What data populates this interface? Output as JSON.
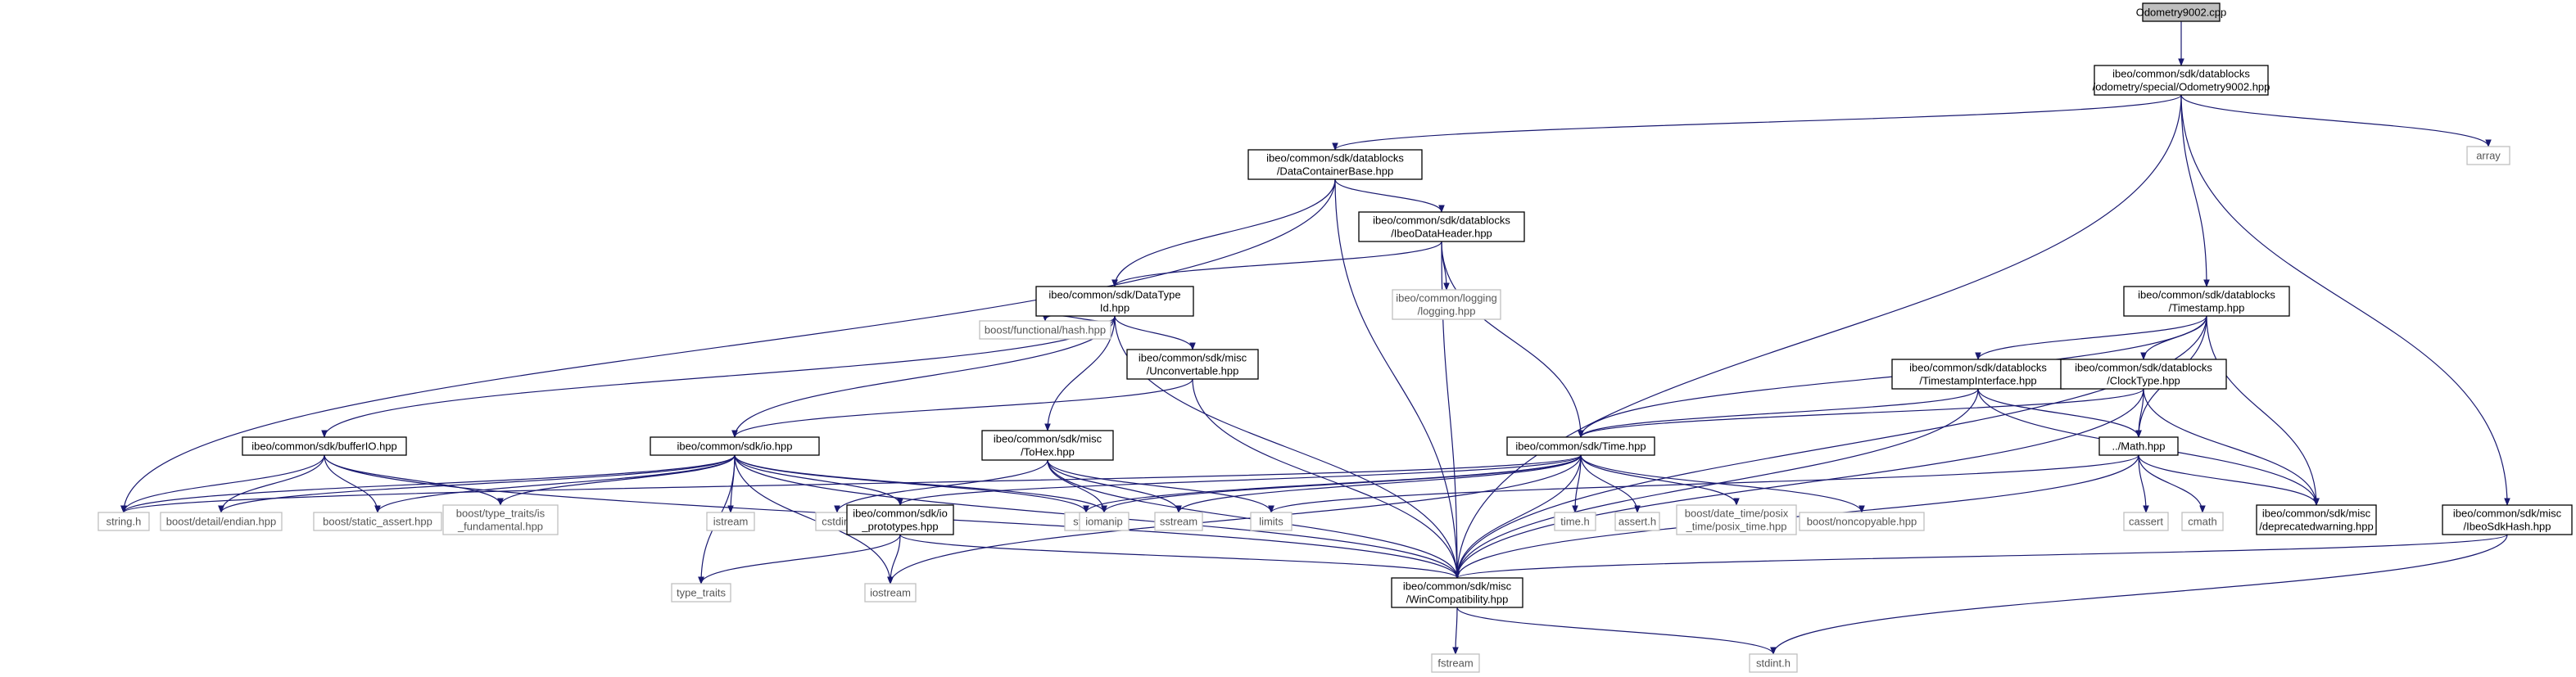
{
  "graph": {
    "colors": {
      "edge": "#191970",
      "main_border": "#000000",
      "ext_border": "#bfbfbf",
      "root_fill": "#bfbfbf",
      "node_fill": "#ffffff"
    },
    "nodes": [
      {
        "id": "root",
        "lines": [
          "Odometry9002.cpp"
        ],
        "kind": "root"
      },
      {
        "id": "odo_hpp",
        "lines": [
          "ibeo/common/sdk/datablocks",
          "/odometry/special/Odometry9002.hpp"
        ],
        "kind": "main"
      },
      {
        "id": "array",
        "lines": [
          "array"
        ],
        "kind": "ext"
      },
      {
        "id": "dcb",
        "lines": [
          "ibeo/common/sdk/datablocks",
          "/DataContainerBase.hpp"
        ],
        "kind": "main"
      },
      {
        "id": "idh",
        "lines": [
          "ibeo/common/sdk/datablocks",
          "/IbeoDataHeader.hpp"
        ],
        "kind": "main"
      },
      {
        "id": "logging",
        "lines": [
          "ibeo/common/logging",
          "/logging.hpp"
        ],
        "kind": "ext"
      },
      {
        "id": "dti",
        "lines": [
          "ibeo/common/sdk/DataType",
          "Id.hpp"
        ],
        "kind": "main"
      },
      {
        "id": "bfh",
        "lines": [
          "boost/functional/hash.hpp"
        ],
        "kind": "ext"
      },
      {
        "id": "unconv",
        "lines": [
          "ibeo/common/sdk/misc",
          "/Unconvertable.hpp"
        ],
        "kind": "main"
      },
      {
        "id": "ts",
        "lines": [
          "ibeo/common/sdk/datablocks",
          "/Timestamp.hpp"
        ],
        "kind": "main"
      },
      {
        "id": "tsi",
        "lines": [
          "ibeo/common/sdk/datablocks",
          "/TimestampInterface.hpp"
        ],
        "kind": "main"
      },
      {
        "id": "clk",
        "lines": [
          "ibeo/common/sdk/datablocks",
          "/ClockType.hpp"
        ],
        "kind": "main"
      },
      {
        "id": "bufio",
        "lines": [
          "ibeo/common/sdk/bufferIO.hpp"
        ],
        "kind": "main"
      },
      {
        "id": "io",
        "lines": [
          "ibeo/common/sdk/io.hpp"
        ],
        "kind": "main"
      },
      {
        "id": "tohex",
        "lines": [
          "ibeo/common/sdk/misc",
          "/ToHex.hpp"
        ],
        "kind": "main"
      },
      {
        "id": "time",
        "lines": [
          "ibeo/common/sdk/Time.hpp"
        ],
        "kind": "main"
      },
      {
        "id": "math",
        "lines": [
          "../Math.hpp"
        ],
        "kind": "main"
      },
      {
        "id": "stringh",
        "lines": [
          "string.h"
        ],
        "kind": "ext"
      },
      {
        "id": "endian",
        "lines": [
          "boost/detail/endian.hpp"
        ],
        "kind": "ext"
      },
      {
        "id": "sassert",
        "lines": [
          "boost/static_assert.hpp"
        ],
        "kind": "ext"
      },
      {
        "id": "tfund",
        "lines": [
          "boost/type_traits/is",
          "_fundamental.hpp"
        ],
        "kind": "ext"
      },
      {
        "id": "istream",
        "lines": [
          "istream"
        ],
        "kind": "ext"
      },
      {
        "id": "cstdint",
        "lines": [
          "cstdint"
        ],
        "kind": "ext"
      },
      {
        "id": "iop",
        "lines": [
          "ibeo/common/sdk/io",
          "_prototypes.hpp"
        ],
        "kind": "main"
      },
      {
        "id": "string",
        "lines": [
          "string"
        ],
        "kind": "ext"
      },
      {
        "id": "iomanip",
        "lines": [
          "iomanip"
        ],
        "kind": "ext"
      },
      {
        "id": "sstream",
        "lines": [
          "sstream"
        ],
        "kind": "ext"
      },
      {
        "id": "limits",
        "lines": [
          "limits"
        ],
        "kind": "ext"
      },
      {
        "id": "timeh",
        "lines": [
          "time.h"
        ],
        "kind": "ext"
      },
      {
        "id": "asserth",
        "lines": [
          "assert.h"
        ],
        "kind": "ext"
      },
      {
        "id": "posix",
        "lines": [
          "boost/date_time/posix",
          "_time/posix_time.hpp"
        ],
        "kind": "ext"
      },
      {
        "id": "noncopy",
        "lines": [
          "boost/noncopyable.hpp"
        ],
        "kind": "ext"
      },
      {
        "id": "cassert",
        "lines": [
          "cassert"
        ],
        "kind": "ext"
      },
      {
        "id": "cmath",
        "lines": [
          "cmath"
        ],
        "kind": "ext"
      },
      {
        "id": "depr",
        "lines": [
          "ibeo/common/sdk/misc",
          "/deprecatedwarning.hpp"
        ],
        "kind": "main"
      },
      {
        "id": "hash",
        "lines": [
          "ibeo/common/sdk/misc",
          "/IbeoSdkHash.hpp"
        ],
        "kind": "main"
      },
      {
        "id": "typetraits",
        "lines": [
          "type_traits"
        ],
        "kind": "ext"
      },
      {
        "id": "iostream",
        "lines": [
          "iostream"
        ],
        "kind": "ext"
      },
      {
        "id": "wincompat",
        "lines": [
          "ibeo/common/sdk/misc",
          "/WinCompatibility.hpp"
        ],
        "kind": "main"
      },
      {
        "id": "fstream",
        "lines": [
          "fstream"
        ],
        "kind": "ext"
      },
      {
        "id": "stdinth",
        "lines": [
          "stdint.h"
        ],
        "kind": "ext"
      }
    ],
    "edges": [
      [
        "root",
        "odo_hpp"
      ],
      [
        "odo_hpp",
        "dcb"
      ],
      [
        "odo_hpp",
        "ts"
      ],
      [
        "odo_hpp",
        "array"
      ],
      [
        "odo_hpp",
        "hash"
      ],
      [
        "odo_hpp",
        "wincompat"
      ],
      [
        "dcb",
        "idh"
      ],
      [
        "dcb",
        "dti"
      ],
      [
        "dcb",
        "stringh"
      ],
      [
        "dcb",
        "wincompat"
      ],
      [
        "idh",
        "dti"
      ],
      [
        "idh",
        "logging"
      ],
      [
        "idh",
        "time"
      ],
      [
        "idh",
        "wincompat"
      ],
      [
        "dti",
        "bfh"
      ],
      [
        "dti",
        "unconv"
      ],
      [
        "dti",
        "bufio"
      ],
      [
        "dti",
        "io"
      ],
      [
        "dti",
        "tohex"
      ],
      [
        "dti",
        "wincompat"
      ],
      [
        "unconv",
        "io"
      ],
      [
        "unconv",
        "wincompat"
      ],
      [
        "ts",
        "time"
      ],
      [
        "ts",
        "tsi"
      ],
      [
        "ts",
        "clk"
      ],
      [
        "ts",
        "math"
      ],
      [
        "ts",
        "depr"
      ],
      [
        "ts",
        "wincompat"
      ],
      [
        "tsi",
        "time"
      ],
      [
        "tsi",
        "math"
      ],
      [
        "tsi",
        "depr"
      ],
      [
        "tsi",
        "wincompat"
      ],
      [
        "clk",
        "time"
      ],
      [
        "clk",
        "math"
      ],
      [
        "clk",
        "depr"
      ],
      [
        "clk",
        "wincompat"
      ],
      [
        "bufio",
        "stringh"
      ],
      [
        "bufio",
        "endian"
      ],
      [
        "bufio",
        "sassert"
      ],
      [
        "bufio",
        "tfund"
      ],
      [
        "bufio",
        "wincompat"
      ],
      [
        "io",
        "stringh"
      ],
      [
        "io",
        "endian"
      ],
      [
        "io",
        "sassert"
      ],
      [
        "io",
        "tfund"
      ],
      [
        "io",
        "istream"
      ],
      [
        "io",
        "iop"
      ],
      [
        "io",
        "string"
      ],
      [
        "io",
        "iomanip"
      ],
      [
        "io",
        "typetraits"
      ],
      [
        "io",
        "iostream"
      ],
      [
        "io",
        "wincompat"
      ],
      [
        "tohex",
        "cstdint"
      ],
      [
        "tohex",
        "iomanip"
      ],
      [
        "tohex",
        "sstream"
      ],
      [
        "tohex",
        "limits"
      ],
      [
        "tohex",
        "wincompat"
      ],
      [
        "iop",
        "typetraits"
      ],
      [
        "iop",
        "iostream"
      ],
      [
        "iop",
        "wincompat"
      ],
      [
        "time",
        "stringh"
      ],
      [
        "time",
        "iop"
      ],
      [
        "time",
        "string"
      ],
      [
        "time",
        "iomanip"
      ],
      [
        "time",
        "sstream"
      ],
      [
        "time",
        "timeh"
      ],
      [
        "time",
        "asserth"
      ],
      [
        "time",
        "posix"
      ],
      [
        "time",
        "noncopy"
      ],
      [
        "time",
        "iostream"
      ],
      [
        "time",
        "wincompat"
      ],
      [
        "math",
        "limits"
      ],
      [
        "math",
        "cassert"
      ],
      [
        "math",
        "cmath"
      ],
      [
        "math",
        "depr"
      ],
      [
        "math",
        "wincompat"
      ],
      [
        "hash",
        "wincompat"
      ],
      [
        "hash",
        "stdinth"
      ],
      [
        "wincompat",
        "fstream"
      ],
      [
        "wincompat",
        "stdinth"
      ]
    ]
  }
}
